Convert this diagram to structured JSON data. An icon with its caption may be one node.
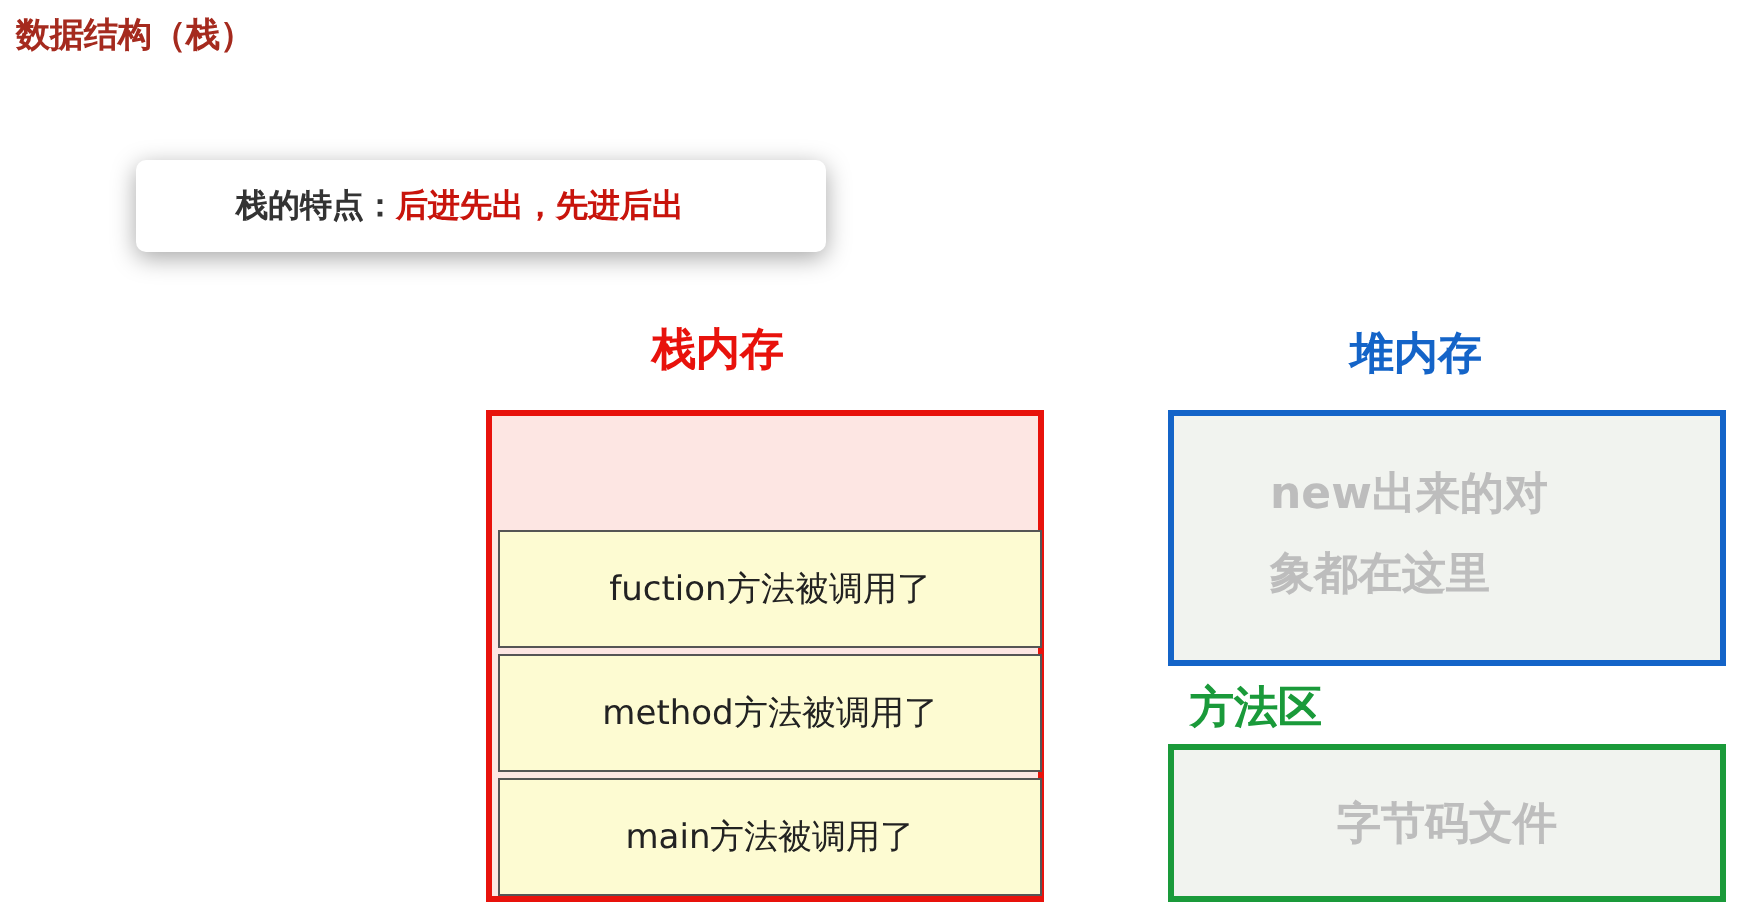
{
  "diagram": {
    "title": "数据结构（栈）",
    "nodes": [
      {
        "text": [
          "栈的特点：",
          "后进先出，先进后出"
        ]
      },
      {
        "text": [
          "栈内存"
        ]
      },
      {
        "text": [
          "fuction方法被调用了"
        ],
        "in": 1
      },
      {
        "text": [
          "method方法被调用了"
        ],
        "in": 1
      },
      {
        "text": [
          "main方法被调用了"
        ],
        "in": 1
      },
      {
        "text": [
          "堆内存",
          "new出来的对象都在这里"
        ]
      },
      {
        "text": [
          "方法区",
          "字节码文件"
        ]
      }
    ],
    "edges": []
  }
}
